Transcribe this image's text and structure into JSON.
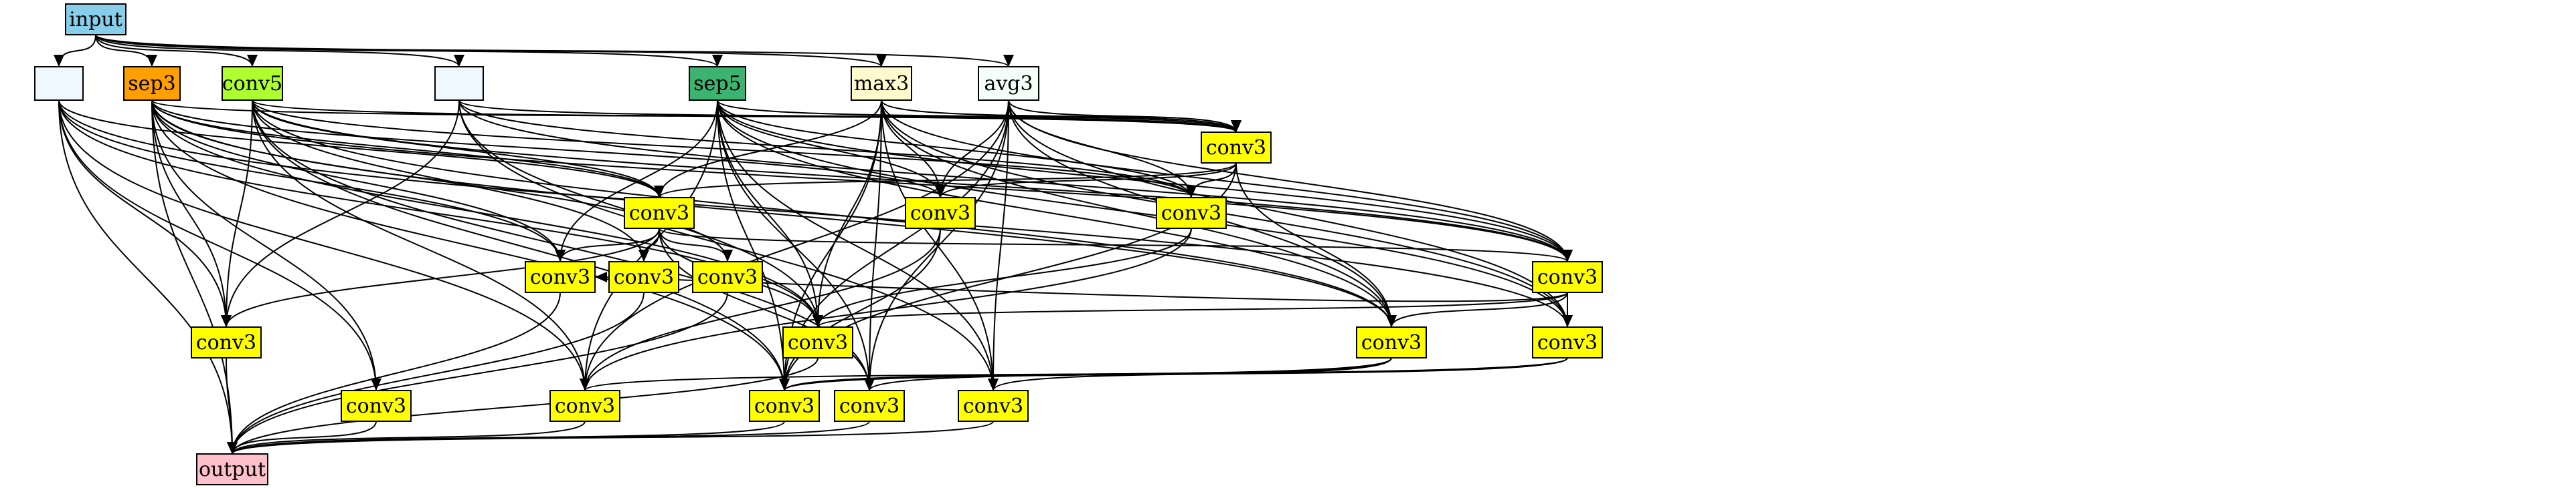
{
  "colors": {
    "input": "#87ceeb",
    "pale": "#f0f8ff",
    "sep3": "#ff9f00",
    "conv5": "#adff2f",
    "sep5": "#3cb371",
    "max3": "#fffacd",
    "avg3": "#f5fffa",
    "conv3": "#ffff00",
    "output": "#ffc0cb",
    "edge": "#000000"
  },
  "nodes": [
    {
      "id": "input",
      "label": "input",
      "color": "input"
    },
    {
      "id": "n1",
      "label": "",
      "color": "pale"
    },
    {
      "id": "sep3",
      "label": "sep3",
      "color": "sep3"
    },
    {
      "id": "conv5",
      "label": "conv5",
      "color": "conv5"
    },
    {
      "id": "n2",
      "label": "",
      "color": "pale"
    },
    {
      "id": "sep5",
      "label": "sep5",
      "color": "sep5"
    },
    {
      "id": "max3",
      "label": "max3",
      "color": "max3"
    },
    {
      "id": "avg3",
      "label": "avg3",
      "color": "avg3"
    },
    {
      "id": "c_r1",
      "label": "conv3",
      "color": "conv3"
    },
    {
      "id": "c_r2a",
      "label": "conv3",
      "color": "conv3"
    },
    {
      "id": "c_r2b",
      "label": "conv3",
      "color": "conv3"
    },
    {
      "id": "c_r2c",
      "label": "conv3",
      "color": "conv3"
    },
    {
      "id": "c_r3a",
      "label": "conv3",
      "color": "conv3"
    },
    {
      "id": "c_r3b",
      "label": "conv3",
      "color": "conv3"
    },
    {
      "id": "c_r3c",
      "label": "conv3",
      "color": "conv3"
    },
    {
      "id": "c_r3d",
      "label": "conv3",
      "color": "conv3"
    },
    {
      "id": "c_r4a",
      "label": "conv3",
      "color": "conv3"
    },
    {
      "id": "c_r4b",
      "label": "conv3",
      "color": "conv3"
    },
    {
      "id": "c_r4c",
      "label": "conv3",
      "color": "conv3"
    },
    {
      "id": "c_r4d",
      "label": "conv3",
      "color": "conv3"
    },
    {
      "id": "c_r5a",
      "label": "conv3",
      "color": "conv3"
    },
    {
      "id": "c_r5b",
      "label": "conv3",
      "color": "conv3"
    },
    {
      "id": "c_r5c",
      "label": "conv3",
      "color": "conv3"
    },
    {
      "id": "c_r5d",
      "label": "conv3",
      "color": "conv3"
    },
    {
      "id": "c_r5e",
      "label": "conv3",
      "color": "conv3"
    },
    {
      "id": "output",
      "label": "output",
      "color": "output"
    }
  ],
  "edges": [
    [
      "input",
      "n1"
    ],
    [
      "input",
      "sep3"
    ],
    [
      "input",
      "conv5"
    ],
    [
      "input",
      "n2"
    ],
    [
      "input",
      "sep5"
    ],
    [
      "input",
      "max3"
    ],
    [
      "input",
      "avg3"
    ],
    [
      "n1",
      "c_r4a"
    ],
    [
      "n1",
      "c_r5a"
    ],
    [
      "n1",
      "c_r5b"
    ],
    [
      "n1",
      "c_r3a"
    ],
    [
      "n1",
      "c_r2a"
    ],
    [
      "n1",
      "c_r4b"
    ],
    [
      "n1",
      "c_r4d"
    ],
    [
      "n1",
      "output"
    ],
    [
      "sep3",
      "c_r1"
    ],
    [
      "sep3",
      "c_r2a"
    ],
    [
      "sep3",
      "c_r2b"
    ],
    [
      "sep3",
      "c_r3a"
    ],
    [
      "sep3",
      "c_r3c"
    ],
    [
      "sep3",
      "c_r3d"
    ],
    [
      "sep3",
      "c_r4a"
    ],
    [
      "sep3",
      "c_r4b"
    ],
    [
      "sep3",
      "c_r4c"
    ],
    [
      "sep3",
      "c_r5a"
    ],
    [
      "sep3",
      "c_r5c"
    ],
    [
      "sep3",
      "output"
    ],
    [
      "conv5",
      "c_r1"
    ],
    [
      "conv5",
      "c_r2a"
    ],
    [
      "conv5",
      "c_r2c"
    ],
    [
      "conv5",
      "c_r3b"
    ],
    [
      "conv5",
      "c_r3d"
    ],
    [
      "conv5",
      "c_r4a"
    ],
    [
      "conv5",
      "c_r4c"
    ],
    [
      "conv5",
      "c_r5b"
    ],
    [
      "conv5",
      "c_r5c"
    ],
    [
      "conv5",
      "c_r5d"
    ],
    [
      "n2",
      "c_r4a"
    ],
    [
      "n2",
      "c_r1"
    ],
    [
      "n2",
      "c_r2c"
    ],
    [
      "n2",
      "c_r3d"
    ],
    [
      "n2",
      "c_r4b"
    ],
    [
      "n2",
      "c_r5e"
    ],
    [
      "sep5",
      "c_r1"
    ],
    [
      "sep5",
      "c_r2b"
    ],
    [
      "sep5",
      "c_r2c"
    ],
    [
      "sep5",
      "c_r3a"
    ],
    [
      "sep5",
      "c_r3d"
    ],
    [
      "sep5",
      "c_r4b"
    ],
    [
      "sep5",
      "c_r4c"
    ],
    [
      "sep5",
      "c_r4d"
    ],
    [
      "sep5",
      "c_r5b"
    ],
    [
      "sep5",
      "c_r5c"
    ],
    [
      "sep5",
      "c_r5d"
    ],
    [
      "sep5",
      "c_r5e"
    ],
    [
      "max3",
      "c_r1"
    ],
    [
      "max3",
      "c_r2a"
    ],
    [
      "max3",
      "c_r2b"
    ],
    [
      "max3",
      "c_r3d"
    ],
    [
      "max3",
      "c_r4b"
    ],
    [
      "max3",
      "c_r4c"
    ],
    [
      "max3",
      "c_r4d"
    ],
    [
      "max3",
      "c_r5c"
    ],
    [
      "max3",
      "c_r5d"
    ],
    [
      "max3",
      "c_r5e"
    ],
    [
      "avg3",
      "c_r1"
    ],
    [
      "avg3",
      "c_r2b"
    ],
    [
      "avg3",
      "c_r2c"
    ],
    [
      "avg3",
      "c_r3d"
    ],
    [
      "avg3",
      "c_r4c"
    ],
    [
      "avg3",
      "c_r4d"
    ],
    [
      "avg3",
      "c_r5b"
    ],
    [
      "avg3",
      "c_r5c"
    ],
    [
      "avg3",
      "c_r5d"
    ],
    [
      "avg3",
      "c_r5e"
    ],
    [
      "c_r1",
      "c_r2a"
    ],
    [
      "c_r1",
      "c_r2b"
    ],
    [
      "c_r1",
      "c_r2c"
    ],
    [
      "c_r1",
      "c_r4c"
    ],
    [
      "c_r1",
      "c_r5c"
    ],
    [
      "c_r2a",
      "c_r3a"
    ],
    [
      "c_r2a",
      "c_r3b"
    ],
    [
      "c_r2a",
      "c_r3c"
    ],
    [
      "c_r2a",
      "c_r3d"
    ],
    [
      "c_r2a",
      "c_r4a"
    ],
    [
      "c_r2a",
      "c_r4b"
    ],
    [
      "c_r2a",
      "c_r5d"
    ],
    [
      "c_r2b",
      "c_r5b"
    ],
    [
      "c_r2b",
      "c_r5c"
    ],
    [
      "c_r2c",
      "c_r4b"
    ],
    [
      "c_r2c",
      "c_r5b"
    ],
    [
      "c_r3a",
      "output"
    ],
    [
      "c_r3b",
      "output"
    ],
    [
      "c_r3c",
      "output"
    ],
    [
      "c_r3d",
      "c_r4b"
    ],
    [
      "c_r3d",
      "c_r4c"
    ],
    [
      "c_r3d",
      "c_r4d"
    ],
    [
      "c_r3d",
      "c_r3a"
    ],
    [
      "c_r4a",
      "output"
    ],
    [
      "c_r4b",
      "output"
    ],
    [
      "c_r4c",
      "c_r5c"
    ],
    [
      "c_r4c",
      "c_r5d"
    ],
    [
      "c_r4c",
      "c_r5e"
    ],
    [
      "c_r4d",
      "c_r5b"
    ],
    [
      "c_r4d",
      "c_r5c"
    ],
    [
      "c_r5a",
      "output"
    ],
    [
      "c_r5b",
      "output"
    ],
    [
      "c_r5c",
      "output"
    ],
    [
      "c_r5d",
      "output"
    ],
    [
      "c_r5e",
      "output"
    ]
  ]
}
